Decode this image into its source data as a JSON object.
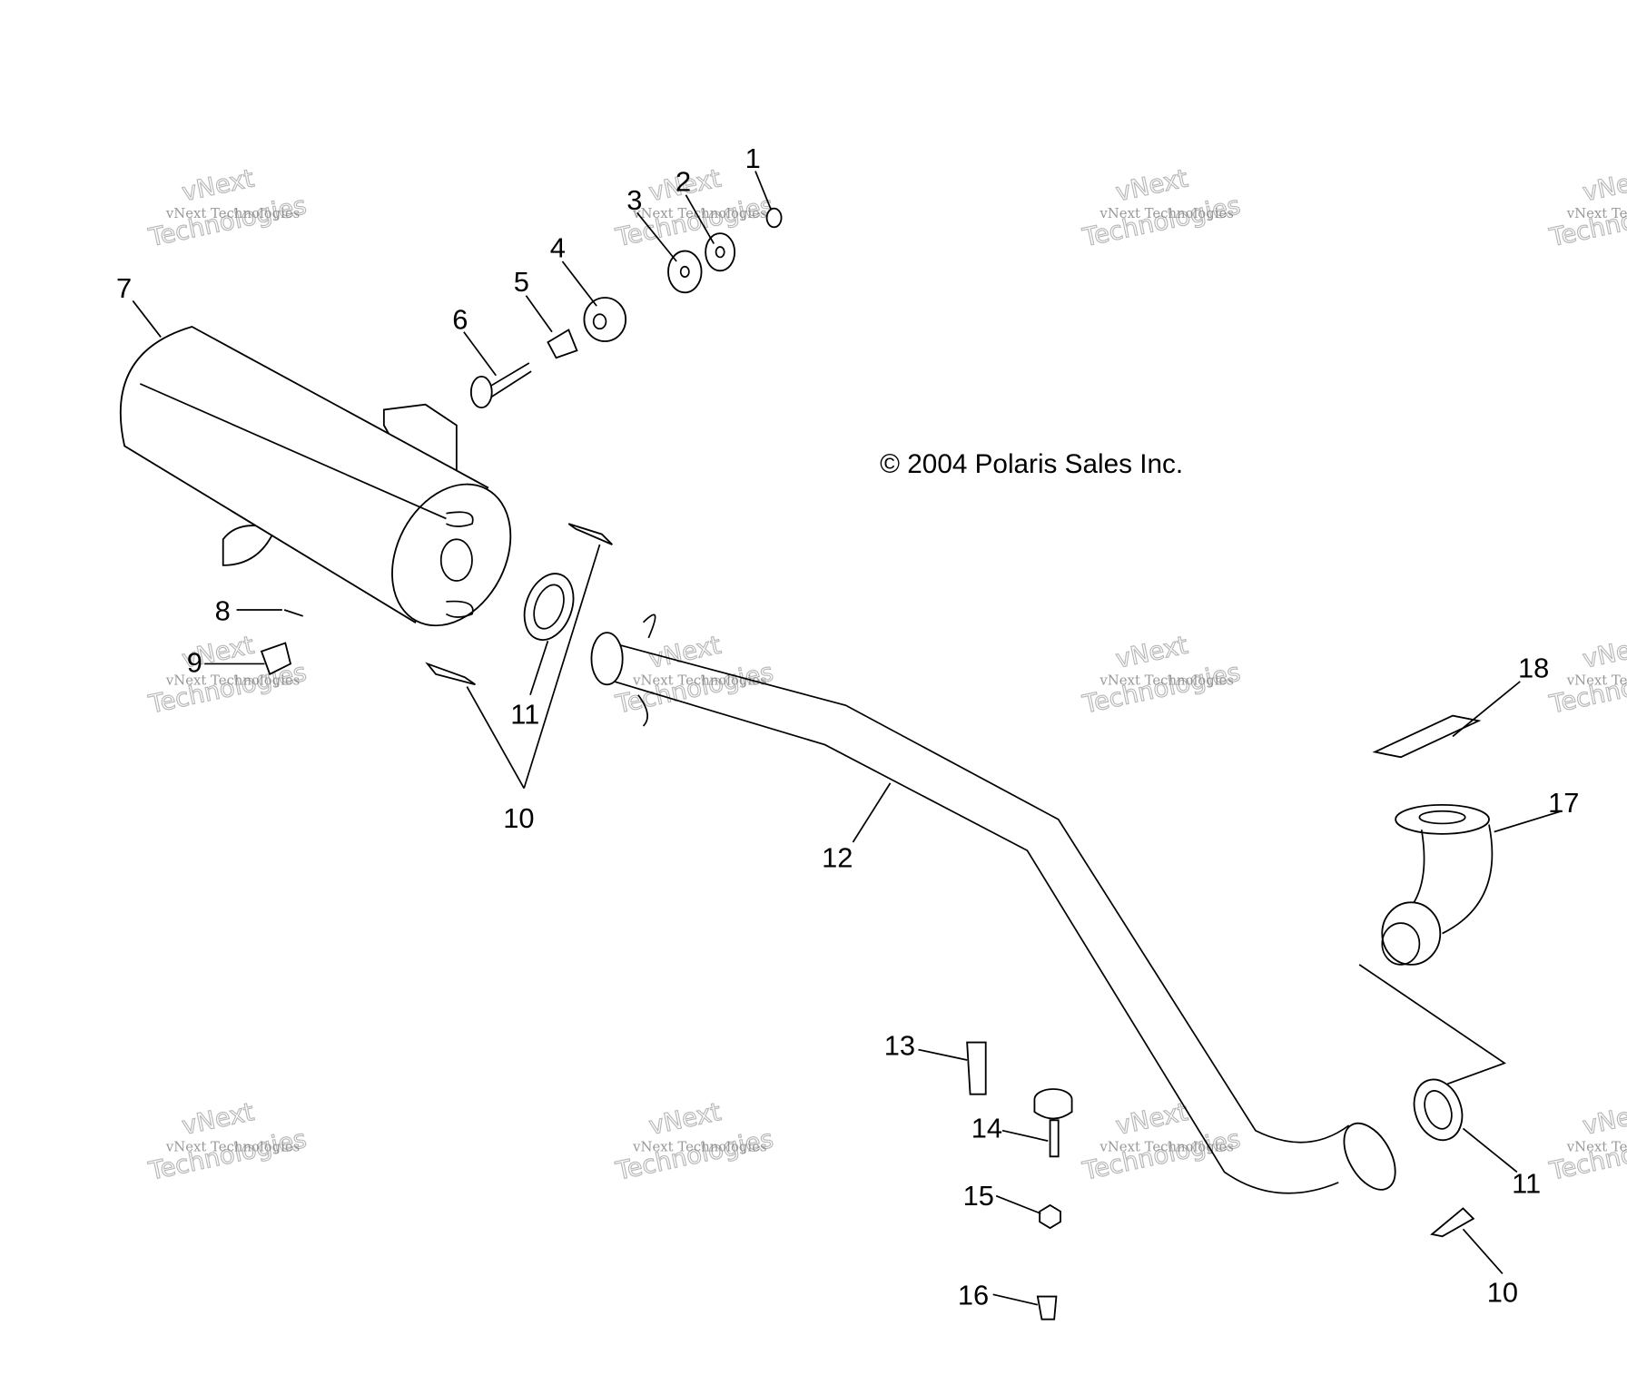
{
  "copyright": "© 2004 Polaris Sales Inc.",
  "watermark": {
    "line1": "vNext",
    "line2": "vNext Technologies",
    "line3": "Technologies"
  },
  "callouts": {
    "c1": "1",
    "c2": "2",
    "c3": "3",
    "c4": "4",
    "c5": "5",
    "c6": "6",
    "c7": "7",
    "c8": "8",
    "c9": "9",
    "c10a": "10",
    "c10b": "10",
    "c11a": "11",
    "c11b": "11",
    "c12": "12",
    "c13": "13",
    "c14": "14",
    "c15": "15",
    "c16": "16",
    "c17": "17",
    "c18": "18"
  }
}
